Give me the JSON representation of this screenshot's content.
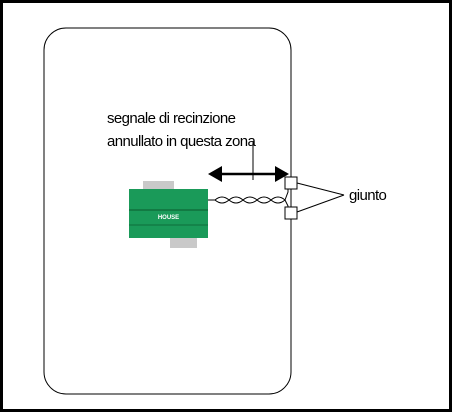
{
  "diagram": {
    "annotation_line1": "segnale di recinzione",
    "annotation_line2": "annullato in questa zona",
    "house_label": "HOUSE",
    "joint_label": "giunto",
    "colors": {
      "house_green": "#1a9a59",
      "house_green_dark": "#0f6f3c",
      "gray_pad": "#c9c9c9",
      "line": "#000000"
    }
  }
}
